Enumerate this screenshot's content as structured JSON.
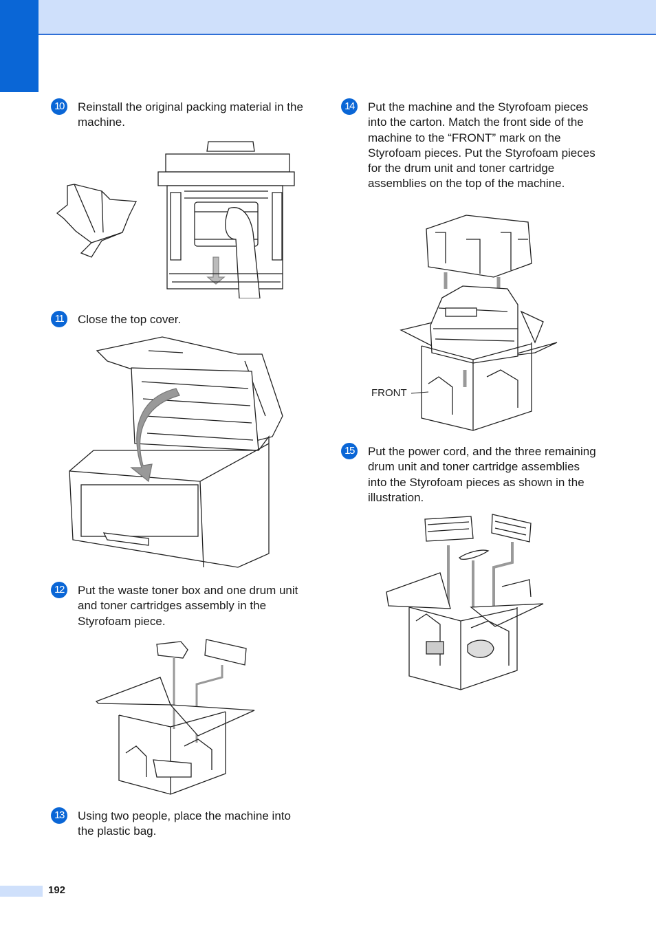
{
  "steps": [
    {
      "number": "10",
      "text": "Reinstall the original packing material in the machine."
    },
    {
      "number": "11",
      "text": "Close the top cover."
    },
    {
      "number": "12",
      "text": "Put the waste toner box and one drum unit and toner cartridges assembly in the Styrofoam piece."
    },
    {
      "number": "13",
      "text": "Using two people, place the machine into the plastic bag."
    },
    {
      "number": "14",
      "text": "Put the machine and the Styrofoam pieces into the carton. Match the front side of the machine to the “FRONT” mark on the Styrofoam pieces. Put the Styrofoam pieces for the drum unit and toner cartridge assemblies on the top of the machine."
    },
    {
      "number": "15",
      "text": "Put the power cord, and the three remaining drum unit and toner cartridge assemblies into the Styrofoam pieces as shown in the illustration."
    }
  ],
  "illustrations": {
    "front_label": "FRONT"
  },
  "footer": {
    "page_number": "192"
  },
  "colors": {
    "accent": "#0a66d6",
    "band": "#cfe0fb"
  }
}
